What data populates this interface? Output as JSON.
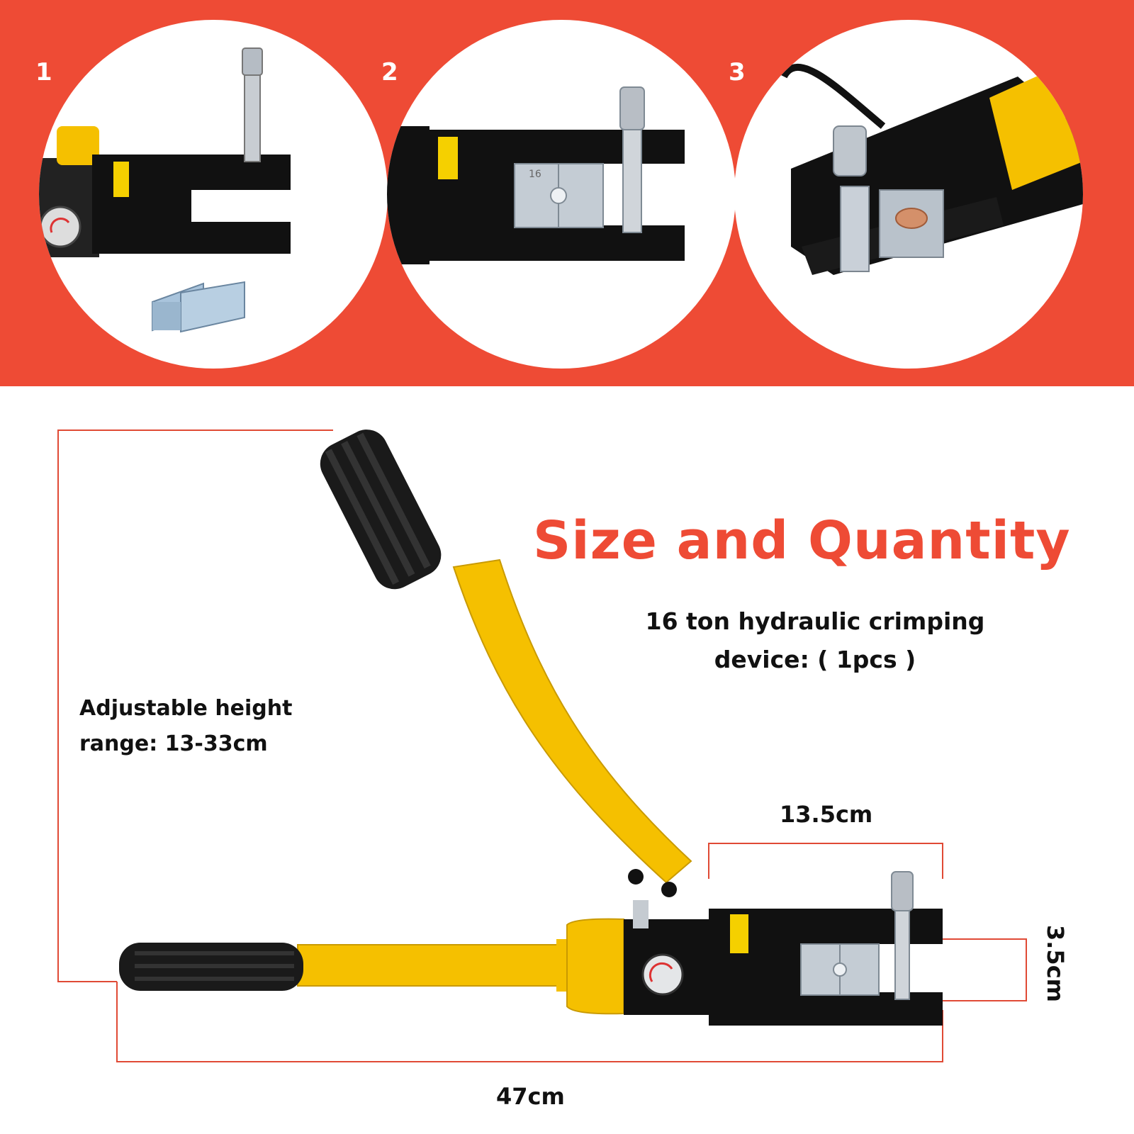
{
  "steps": [
    {
      "number": "1"
    },
    {
      "number": "2"
    },
    {
      "number": "3"
    }
  ],
  "title": "Size and Quantity",
  "subtitle": {
    "line1": "16 ton hydraulic crimping",
    "line2": "device: ( 1pcs )"
  },
  "height_note": {
    "line1": "Adjustable height",
    "line2": "range: 13-33cm"
  },
  "dimensions": {
    "head_length": "13.5cm",
    "total_length": "47cm",
    "jaw_opening": "3.5cm"
  },
  "die_label": "16",
  "colors": {
    "accent_red": "#ee4b35",
    "tool_yellow": "#f5c000",
    "tool_black": "#111111"
  }
}
